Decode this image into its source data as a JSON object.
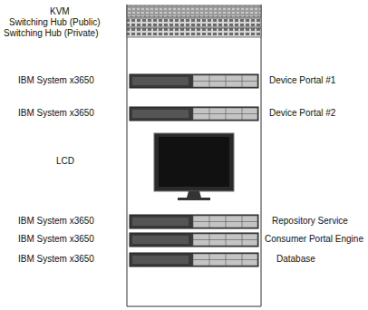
{
  "diagram": {
    "labels": [
      "KVM",
      "Switching Hub (Public)",
      "Switching Hub (Private)",
      "IBM System x3650",
      "Device Portal #1",
      "IBM System x3650",
      "Device Portal #2",
      "LCD",
      "IBM System x3650",
      "Repository Service",
      "IBM System x3650",
      "Consumer Portal Engine",
      "IBM System x3650",
      "Database"
    ]
  }
}
